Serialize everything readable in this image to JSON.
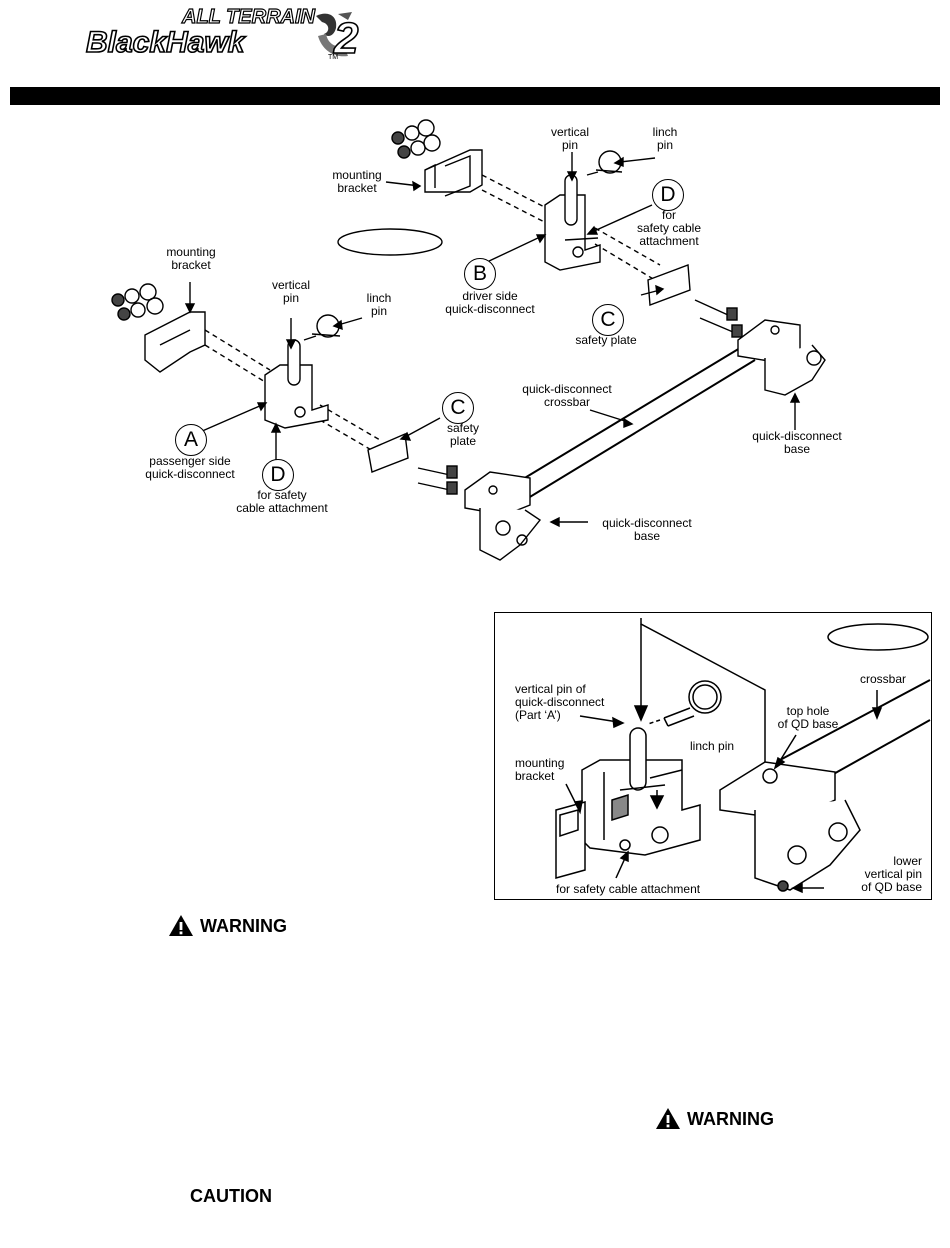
{
  "logo": {
    "line1": "ALL TERRAIN",
    "line2": "BlackHawk",
    "mark": "2",
    "tm": "TM"
  },
  "figure1": {
    "parts": {
      "A": "A",
      "B": "B",
      "C": "C",
      "D": "D"
    },
    "labels": {
      "mounting_bracket": "mounting\nbracket",
      "vertical_pin": "vertical\npin",
      "linch_pin": "linch\npin",
      "for_safety_cable": "for\nsafety cable\nattachment",
      "driver_side": "driver side\nquick-disconnect",
      "safety_plate": "safety plate",
      "safety_plate_2": "safety\nplate",
      "passenger_side": "passenger side\nquick-disconnect",
      "for_safety_cable_2": "for safety\ncable attachment",
      "qd_crossbar": "quick-disconnect\ncrossbar",
      "qd_base": "quick-disconnect\nbase"
    }
  },
  "figure2": {
    "labels": {
      "vertical_pin": "vertical pin of\nquick-disconnect\n(Part ‘A’)",
      "linch_pin": "linch pin",
      "mounting_bracket": "mounting\nbracket",
      "safety_cable": "for safety cable attachment",
      "top_hole": "top hole\nof QD base",
      "crossbar": "crossbar",
      "lower_pin": "lower\nvertical pin\nof QD base"
    }
  },
  "notices": {
    "warning": "WARNING",
    "caution": "CAUTION"
  }
}
